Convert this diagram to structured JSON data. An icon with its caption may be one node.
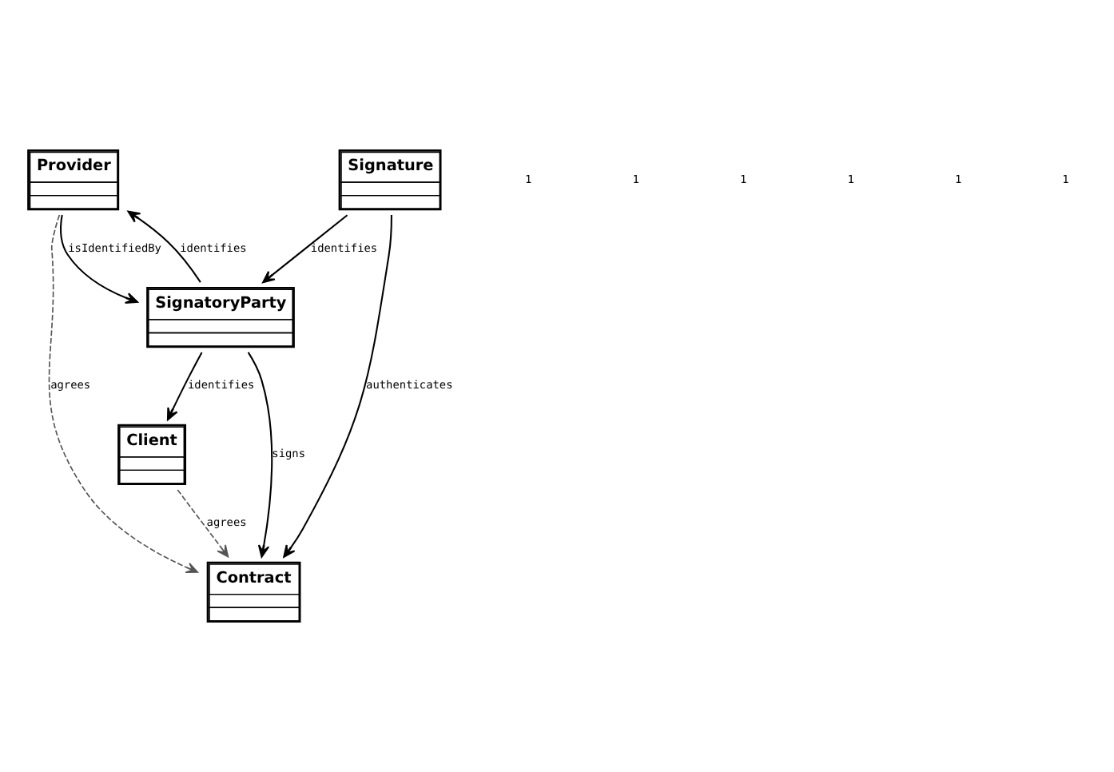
{
  "diagram": {
    "nodes": [
      {
        "text": [
          "Provider"
        ]
      },
      {
        "text": [
          "SignatoryParty"
        ]
      },
      {
        "text": [
          "Client"
        ]
      },
      {
        "text": [
          "Contract"
        ]
      },
      {
        "text": [
          "Signature"
        ]
      }
    ],
    "edges": [
      {
        "from": 0,
        "to": 1,
        "arrow": "to",
        "label": "isIdentifiedBy"
      },
      {
        "from": 1,
        "to": 0,
        "arrow": "to",
        "label": "identifies"
      },
      {
        "from": 1,
        "to": 3,
        "arrow": "to",
        "label": "signs"
      },
      {
        "from": 1,
        "to": 2,
        "arrow": "to",
        "label": "identifies"
      },
      {
        "from": 4,
        "to": 1,
        "arrow": "to",
        "label": "identifies"
      },
      {
        "from": 4,
        "to": 3,
        "arrow": "to",
        "label": "authenticates"
      },
      {
        "from": 0,
        "to": 3,
        "arrow": "to",
        "label": "agrees",
        "style": "dashed",
        "color": "#555555"
      },
      {
        "from": 2,
        "to": 3,
        "arrow": "to",
        "label": "agrees",
        "style": "dashed",
        "color": "#555555"
      }
    ],
    "labels": [
      "1",
      "1",
      "1",
      "1",
      "1",
      "1"
    ]
  }
}
